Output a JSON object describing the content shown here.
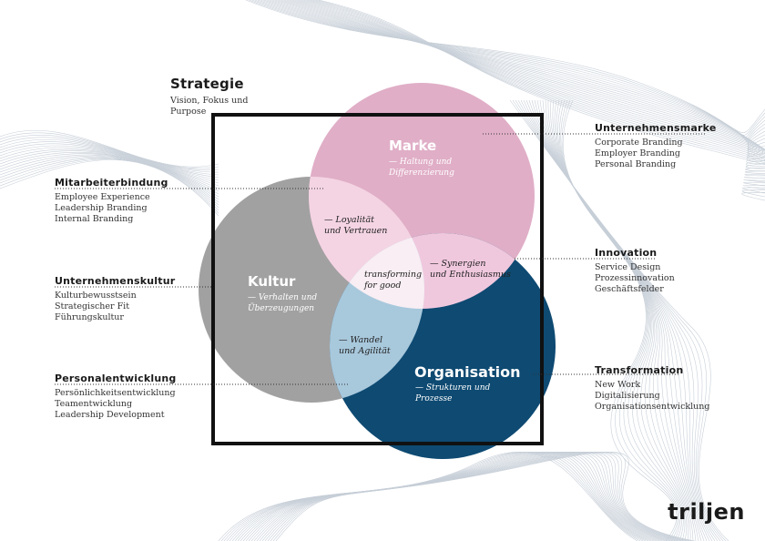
{
  "colors": {
    "marke": "#e0aec7",
    "kultur": "#a1a1a1",
    "organisation": "#0e4a72",
    "marke_kultur": "#f4d4e3",
    "kultur_organisation": "#a8c8dc",
    "marke_organisation": "#f0c8de",
    "center": "#f8eef3",
    "frame": "#111111"
  },
  "circles": {
    "marke": {
      "title": "Marke",
      "sub": [
        "— Haltung und",
        "Differenzierung"
      ]
    },
    "kultur": {
      "title": "Kultur",
      "sub": [
        "— Verhalten und",
        "Überzeugungen"
      ]
    },
    "organisation": {
      "title": "Organisation",
      "sub": [
        "— Strukturen und",
        "Prozesse"
      ]
    }
  },
  "overlaps": {
    "marke_kultur": [
      "— Loyalität",
      "und Vertrauen"
    ],
    "marke_organisation": [
      "— Synergien",
      "und Enthusiasmus"
    ],
    "kultur_organisation": [
      "— Wandel",
      "und Agilität"
    ],
    "center": [
      "transforming",
      "for good"
    ]
  },
  "labels": {
    "strategie": {
      "title": "Strategie",
      "items": [
        "Vision, Fokus und",
        "Purpose"
      ]
    },
    "mitarbeiterbindung": {
      "title": "Mitarbeiterbindung",
      "items": [
        "Employee Experience",
        "Leadership Branding",
        "Internal Branding"
      ]
    },
    "unternehmenskultur": {
      "title": "Unternehmenskultur",
      "items": [
        "Kulturbewusstsein",
        "Strategischer Fit",
        "Führungskultur"
      ]
    },
    "personalentwicklung": {
      "title": "Personalentwicklung",
      "items": [
        "Persönlichkeitsentwicklung",
        "Teamentwicklung",
        "Leadership Development"
      ]
    },
    "unternehmensmarke": {
      "title": "Unternehmensmarke",
      "items": [
        "Corporate Branding",
        "Employer Branding",
        "Personal Branding"
      ]
    },
    "innovation": {
      "title": "Innovation",
      "items": [
        "Service Design",
        "Prozessinnovation",
        "Geschäftsfelder"
      ]
    },
    "transformation": {
      "title": "Transformation",
      "items": [
        "New Work",
        "Digitalisierung",
        "Organisationsentwicklung"
      ]
    }
  },
  "logo": "triljen"
}
